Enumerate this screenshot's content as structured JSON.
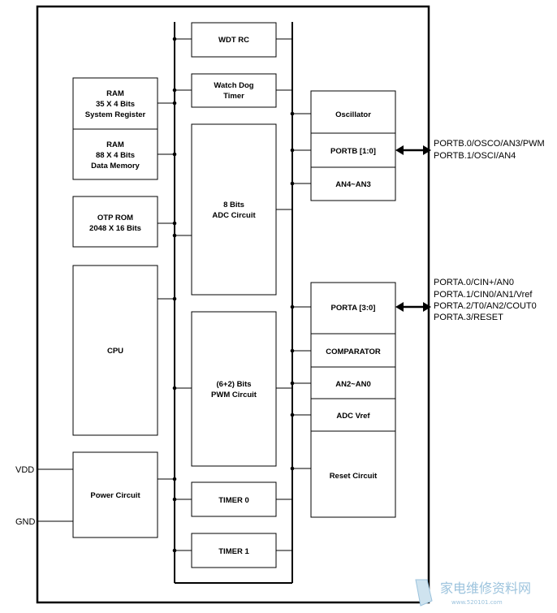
{
  "blocks": {
    "wdt_rc": [
      "WDT RC"
    ],
    "watchdog": [
      "Watch Dog",
      "Timer"
    ],
    "adc": [
      "8 Bits",
      "ADC Circuit"
    ],
    "pwm": [
      "(6+2) Bits",
      "PWM Circuit"
    ],
    "timer0": [
      "TIMER 0"
    ],
    "timer1": [
      "TIMER 1"
    ],
    "ram_sys": [
      "RAM",
      "35 X 4 Bits",
      "System Register"
    ],
    "ram_data": [
      "RAM",
      "88 X 4 Bits",
      "Data Memory"
    ],
    "otp_rom": [
      "OTP ROM",
      "2048 X 16 Bits"
    ],
    "cpu": [
      "CPU"
    ],
    "power": [
      "Power Circuit"
    ],
    "oscillator": [
      "Oscillator"
    ],
    "portb": [
      "PORTB [1:0]"
    ],
    "an4_an3": [
      "AN4~AN3"
    ],
    "porta": [
      "PORTA [3:0]"
    ],
    "comparator": [
      "COMPARATOR"
    ],
    "an2_an0": [
      "AN2~AN0"
    ],
    "adc_vref": [
      "ADC Vref"
    ],
    "reset": [
      "Reset Circuit"
    ]
  },
  "pins": {
    "vdd": "VDD",
    "gnd": "GND"
  },
  "portb_pins": [
    "PORTB.0/OSCO/AN3/PWM",
    "PORTB.1/OSCI/AN4"
  ],
  "porta_pins": [
    "PORTA.0/CIN+/AN0",
    "PORTA.1/CIN0/AN1/Vref",
    "PORTA.2/T0/AN2/COUT0",
    "PORTA.3/RESET"
  ],
  "watermark": {
    "text": "家电维修资料网",
    "sub": "www.520101.com"
  },
  "colors": {
    "line": "#000000",
    "watermark": "#9cc3dd"
  }
}
